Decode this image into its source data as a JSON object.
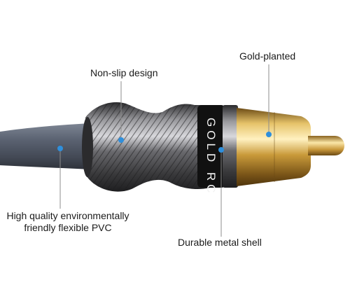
{
  "callouts": {
    "non_slip": "Non-slip design",
    "gold": "Gold-planted",
    "pvc_line1": "High quality environmentally",
    "pvc_line2": "friendly flexible PVC",
    "shell": "Durable metal shell"
  },
  "band_text": "GOLD RC",
  "colors": {
    "marker": "#2f8fdc",
    "cable": "#5a6270",
    "metal": "#4a4a4c",
    "gold": "#c99a3a",
    "band": "#111111"
  }
}
